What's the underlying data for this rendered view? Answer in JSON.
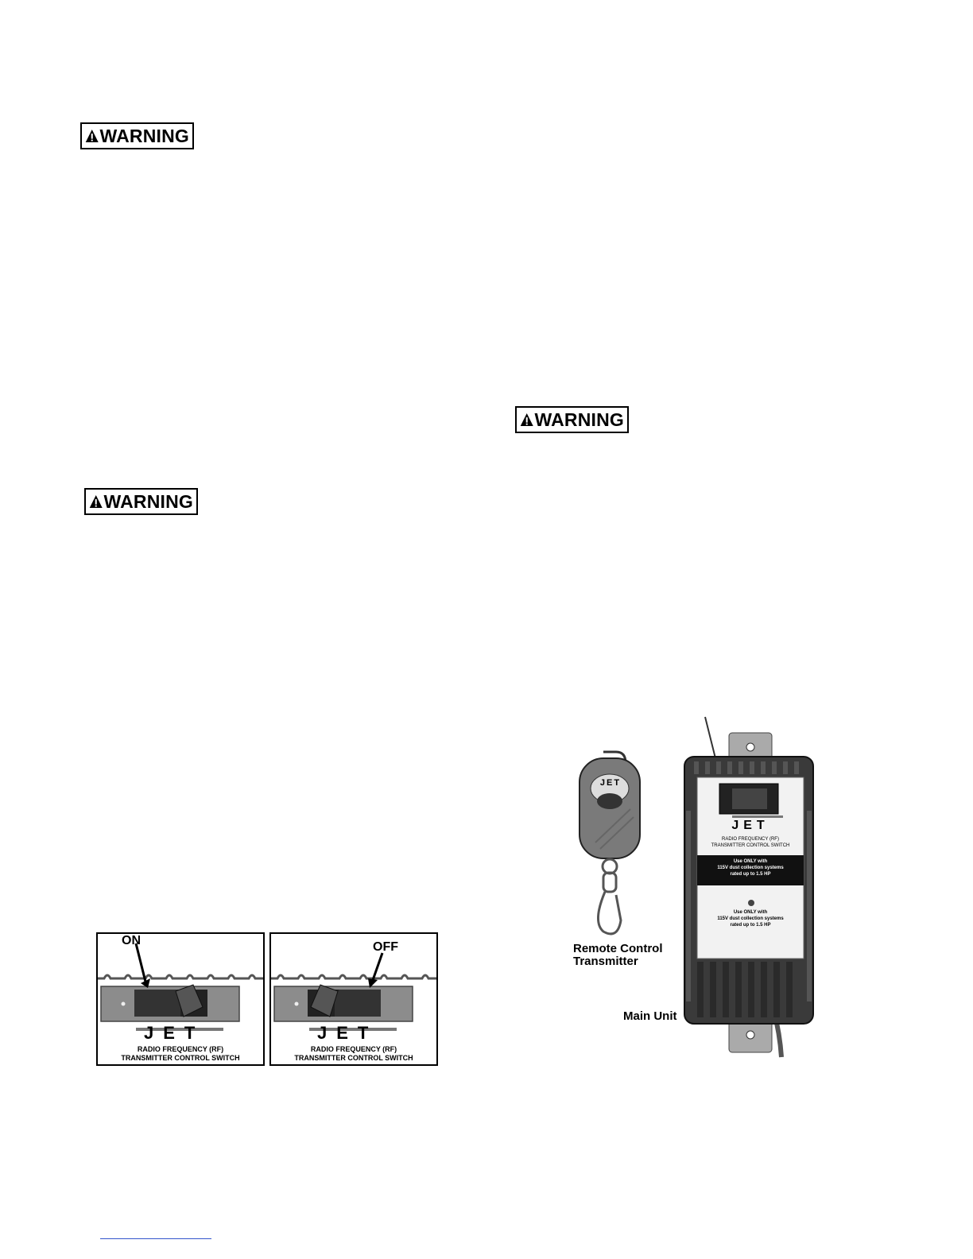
{
  "warnings": [
    {
      "label": "WARNING"
    },
    {
      "label": "WARNING"
    },
    {
      "label": "WARNING"
    }
  ],
  "switch_figure": {
    "on_label": "ON",
    "off_label": "OFF",
    "brand": "JET",
    "plate_line1": "RADIO FREQUENCY (RF)",
    "plate_line2": "TRANSMITTER CONTROL SWITCH"
  },
  "unit_figure": {
    "remote_label_line1": "Remote Control",
    "remote_label_line2": "Transmitter",
    "main_label": "Main Unit",
    "brand": "JET",
    "unit_line1": "RADIO FREQUENCY (RF)",
    "unit_line2": "TRANSMITTER CONTROL SWITCH",
    "sticker_line1": "Use ONLY with",
    "sticker_line2": "115V dust collection systems",
    "sticker_line3": "rated up to 1.5 HP"
  }
}
